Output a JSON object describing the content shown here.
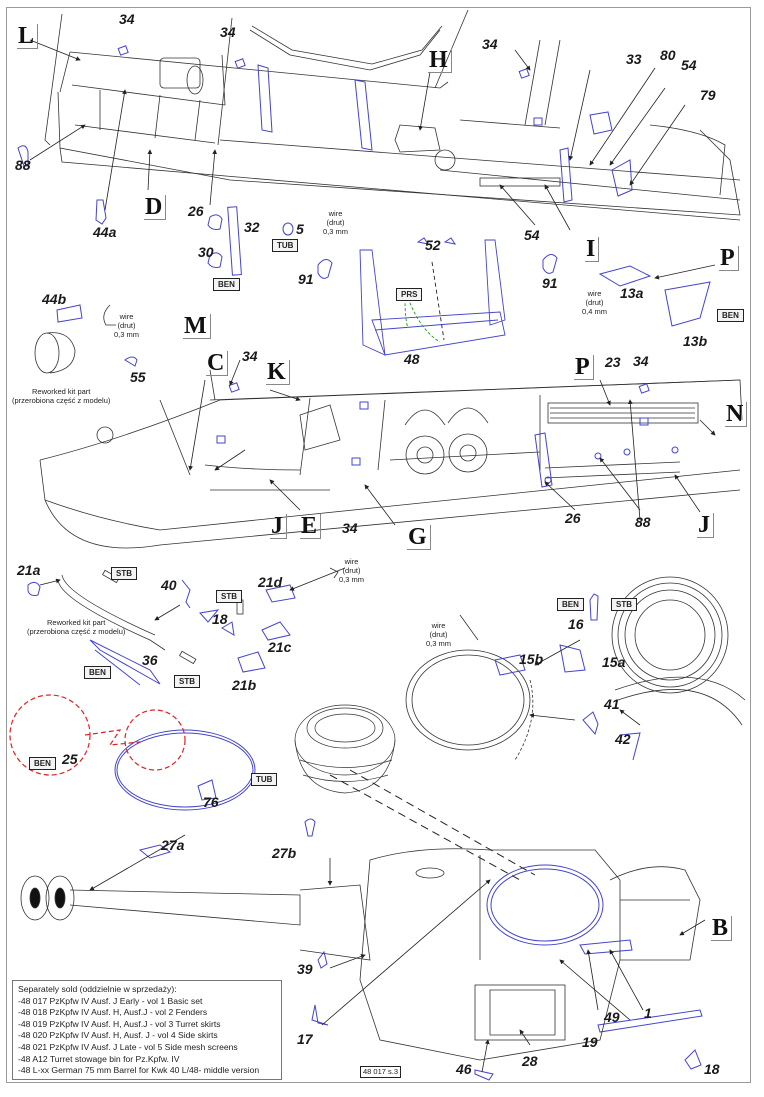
{
  "document": {
    "page_code": "48 017 s.3",
    "colors": {
      "part_line": "#4444cc",
      "hull_line": "#222222",
      "guide_red": "#dd2222",
      "paint_green": "#229922",
      "border": "#9a9a9a"
    }
  },
  "assembly_letters": [
    "L",
    "H",
    "D",
    "I",
    "P",
    "M",
    "C",
    "K",
    "E",
    "J",
    "G",
    "N",
    "P",
    "J",
    "B"
  ],
  "part_numbers": {
    "top": [
      "34",
      "34",
      "34",
      "33",
      "80",
      "54",
      "79",
      "88",
      "26",
      "44a",
      "32",
      "30",
      "5",
      "54",
      "91",
      "52",
      "91",
      "48",
      "13a",
      "13b"
    ],
    "middle": [
      "44b",
      "55",
      "34",
      "23",
      "34",
      "26",
      "88",
      "34"
    ],
    "turret": [
      "21a",
      "40",
      "21d",
      "18",
      "21c",
      "36",
      "21b",
      "16",
      "15b",
      "15a",
      "41",
      "42",
      "25",
      "76",
      "27a",
      "27b",
      "39",
      "17",
      "46",
      "28",
      "49",
      "1",
      "19",
      "18"
    ]
  },
  "material_tags": {
    "ben": "BEN",
    "tub": "TUB",
    "prs": "PRS",
    "stb": "STB"
  },
  "notes": {
    "wire_03": [
      "wire",
      "(drut)",
      "0,3 mm"
    ],
    "wire_04": [
      "wire",
      "(drut)",
      "0,4 mm"
    ],
    "reworked": [
      "Reworked kit part",
      "(przerobiona część z modelu)"
    ]
  },
  "legend": {
    "title": "Separately sold (oddzielnie w sprzedaży):",
    "items": [
      "-48 017 PzKpfw IV Ausf. J Early - vol 1 Basic set",
      "-48 018 PzKpfw IV Ausf. H, Ausf.J - vol 2 Fenders",
      "-48 019 PzKpfw IV Ausf. H, Ausf.J - vol 3 Turret  skirts",
      "-48 020 PzKpfw IV Ausf. H, Ausf. J - vol 4  Side skirts",
      "-48 021 PzKpfw IV Ausf. J Late  - vol 5  Side mesh screens",
      "-48 A12 Turret stowage bin for Pz.Kpfw. IV",
      "-48 L-xx  German 75 mm Barrel for Kwk 40 L/48- middle version"
    ]
  }
}
